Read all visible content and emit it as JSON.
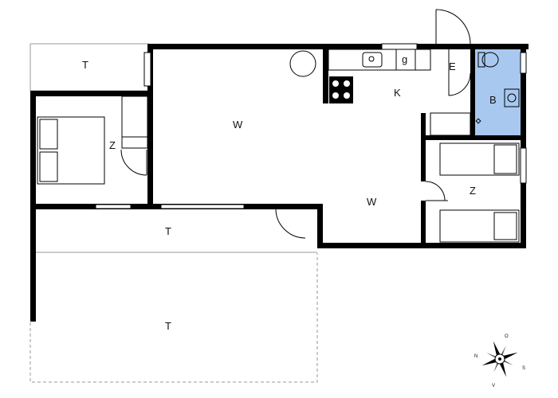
{
  "rooms": {
    "terrace_top_left": "T",
    "bedroom_left": "Z",
    "living_main": "W",
    "kitchen": "K",
    "storage_g": "g",
    "entrance": "E",
    "bathroom": "B",
    "living_lower": "W",
    "bedroom_right": "Z",
    "terrace_middle": "T",
    "terrace_bottom": "T"
  },
  "compass": {
    "n": "N",
    "s": "S",
    "o": "O",
    "v": "V"
  },
  "colors": {
    "bathroom_fill": "#a8c8ef",
    "wall": "#000000",
    "guide_line": "#9a9a9a"
  }
}
